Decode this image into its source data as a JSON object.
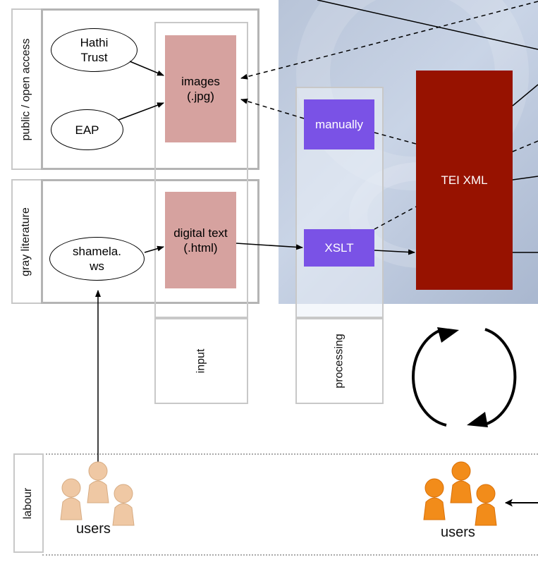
{
  "sections": {
    "public": "public / open access",
    "gray": "gray literature",
    "labour": "labour"
  },
  "sources": {
    "hathi": "Hathi\nTrust",
    "eap": "EAP",
    "shamela": "shamela.\nws"
  },
  "inputs": {
    "images": "images\n(.jpg)",
    "digital_text": "digital text\n(.html)"
  },
  "columns": {
    "input": "input",
    "processing": "processing"
  },
  "processing": {
    "manually": "manually",
    "xslt": "XSLT"
  },
  "output": {
    "tei": "TEI XML"
  },
  "users": {
    "left": "users",
    "right": "users"
  },
  "colors": {
    "pink_box": "#d6a29f",
    "purple_box": "#7a52e6",
    "tei_box": "#971200",
    "user_left": "#efc8a4",
    "user_right": "#f28c1a"
  },
  "icons": [
    "person-icon",
    "cycle-icon"
  ]
}
